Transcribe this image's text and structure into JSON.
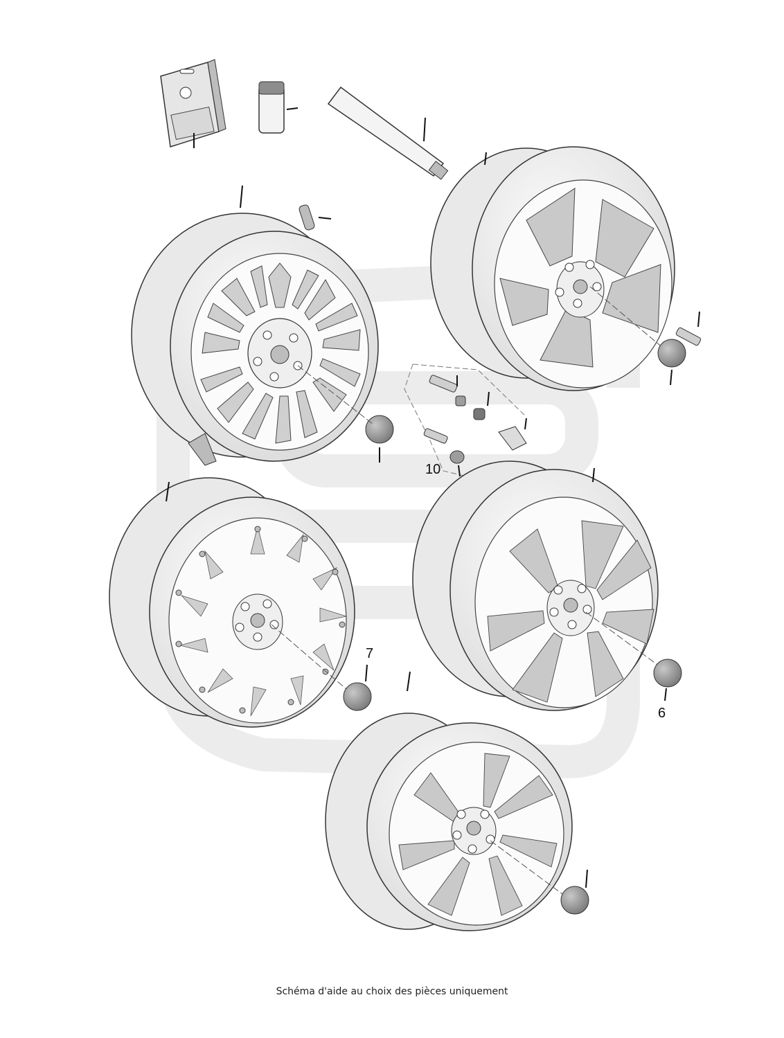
{
  "diagram": {
    "caption": "Schéma d'aide au choix des pièces uniquement",
    "callouts": {
      "c10": "10",
      "c7": "7",
      "c6": "6"
    },
    "watermark_color": "#ececec",
    "line_color": "#333333",
    "rim_fill": "#f2f2f2",
    "shade_fill": "#cfcfcf",
    "cap_fill": "#9a9a9a"
  }
}
